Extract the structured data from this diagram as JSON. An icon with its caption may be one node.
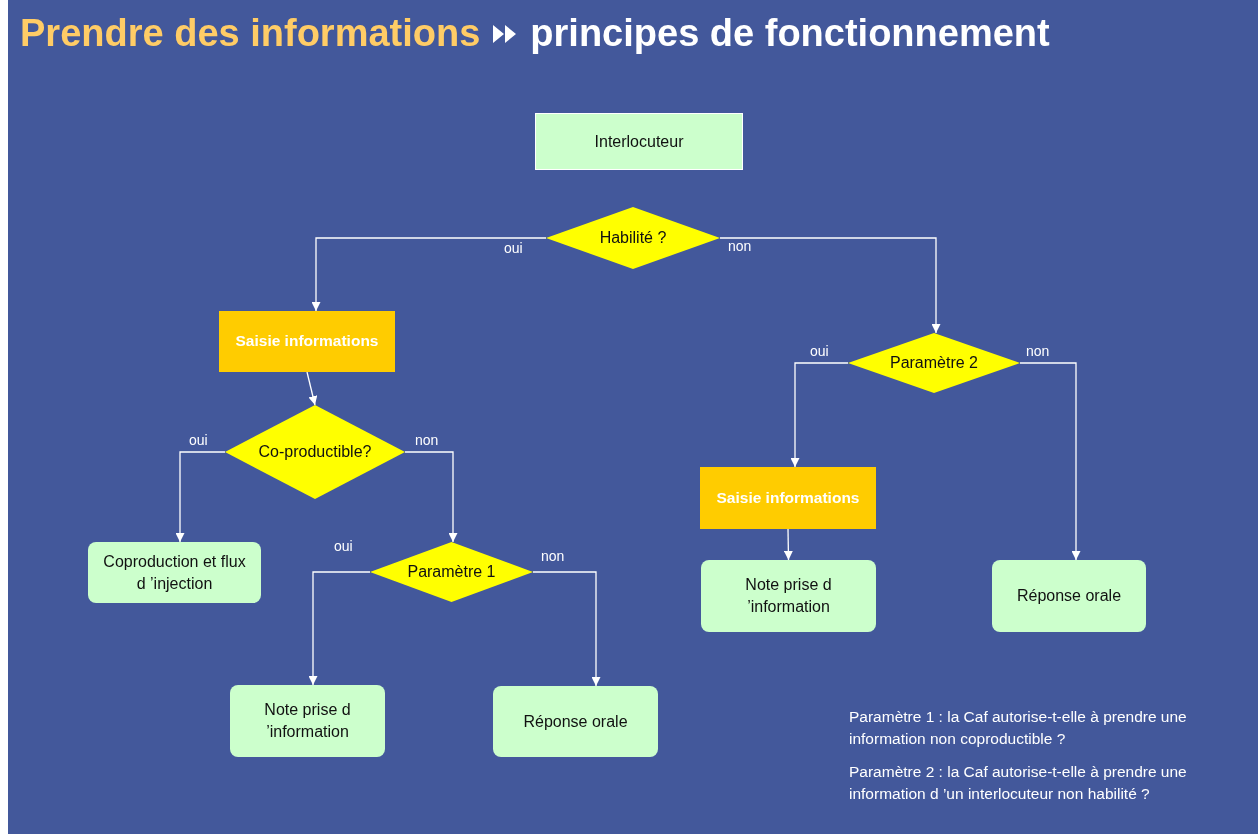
{
  "diagram": {
    "title": "Prendre des informations",
    "nodes": [
      {
        "text": [
          "Interlocuteur"
        ]
      },
      {
        "text": [
          "Habilité ?"
        ]
      },
      {
        "text": [
          "Saisie informations"
        ]
      },
      {
        "text": [
          "Co-productible?"
        ]
      },
      {
        "text": [
          "Coproduction et flux d ’injection"
        ]
      },
      {
        "text": [
          "Paramètre 1"
        ]
      },
      {
        "text": [
          "Note prise d ’information"
        ]
      },
      {
        "text": [
          "Réponse orale"
        ]
      },
      {
        "text": [
          "Paramètre 2"
        ]
      },
      {
        "text": [
          "Saisie informations"
        ]
      },
      {
        "text": [
          "Note prise d ’information"
        ]
      },
      {
        "text": [
          "Réponse orale"
        ]
      }
    ],
    "edges": [
      {
        "from": 1,
        "to": 2,
        "arrow": "to",
        "label": "oui"
      },
      {
        "from": 1,
        "to": 8,
        "arrow": "to",
        "label": "non"
      },
      {
        "from": 2,
        "to": 3,
        "arrow": "to"
      },
      {
        "from": 3,
        "to": 4,
        "arrow": "to",
        "label": "oui"
      },
      {
        "from": 3,
        "to": 5,
        "arrow": "to",
        "label": "non"
      },
      {
        "from": 5,
        "to": 6,
        "arrow": "to",
        "label": "oui"
      },
      {
        "from": 5,
        "to": 7,
        "arrow": "to",
        "label": "non"
      },
      {
        "from": 8,
        "to": 9,
        "arrow": "to",
        "label": "oui"
      },
      {
        "from": 8,
        "to": 11,
        "arrow": "to",
        "label": "non"
      },
      {
        "from": 9,
        "to": 10,
        "arrow": "to"
      }
    ],
    "labels": [
      "principes de fonctionnement",
      "Paramètre 1 : la Caf autorise-t-elle à prendre une information non coproductible ?",
      "Paramètre 2 : la Caf autorise-t-elle à prendre une information d ’un interlocuteur non habilité ?"
    ]
  }
}
